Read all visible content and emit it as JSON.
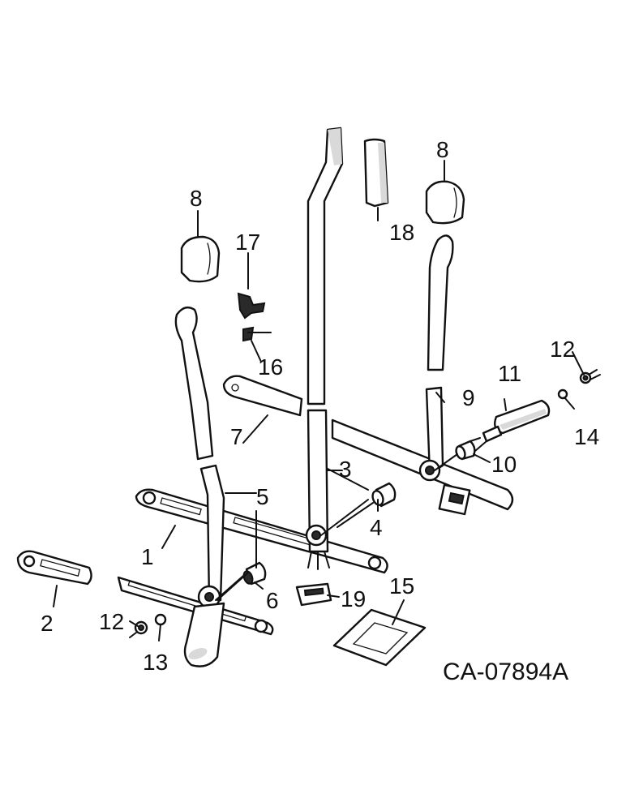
{
  "callouts": [
    "1",
    "2",
    "3",
    "4",
    "5",
    "6",
    "7",
    "8",
    "8",
    "9",
    "10",
    "11",
    "12",
    "12",
    "13",
    "14",
    "15",
    "16",
    "17",
    "18",
    "19"
  ],
  "drawing_number": "CA-07894A"
}
